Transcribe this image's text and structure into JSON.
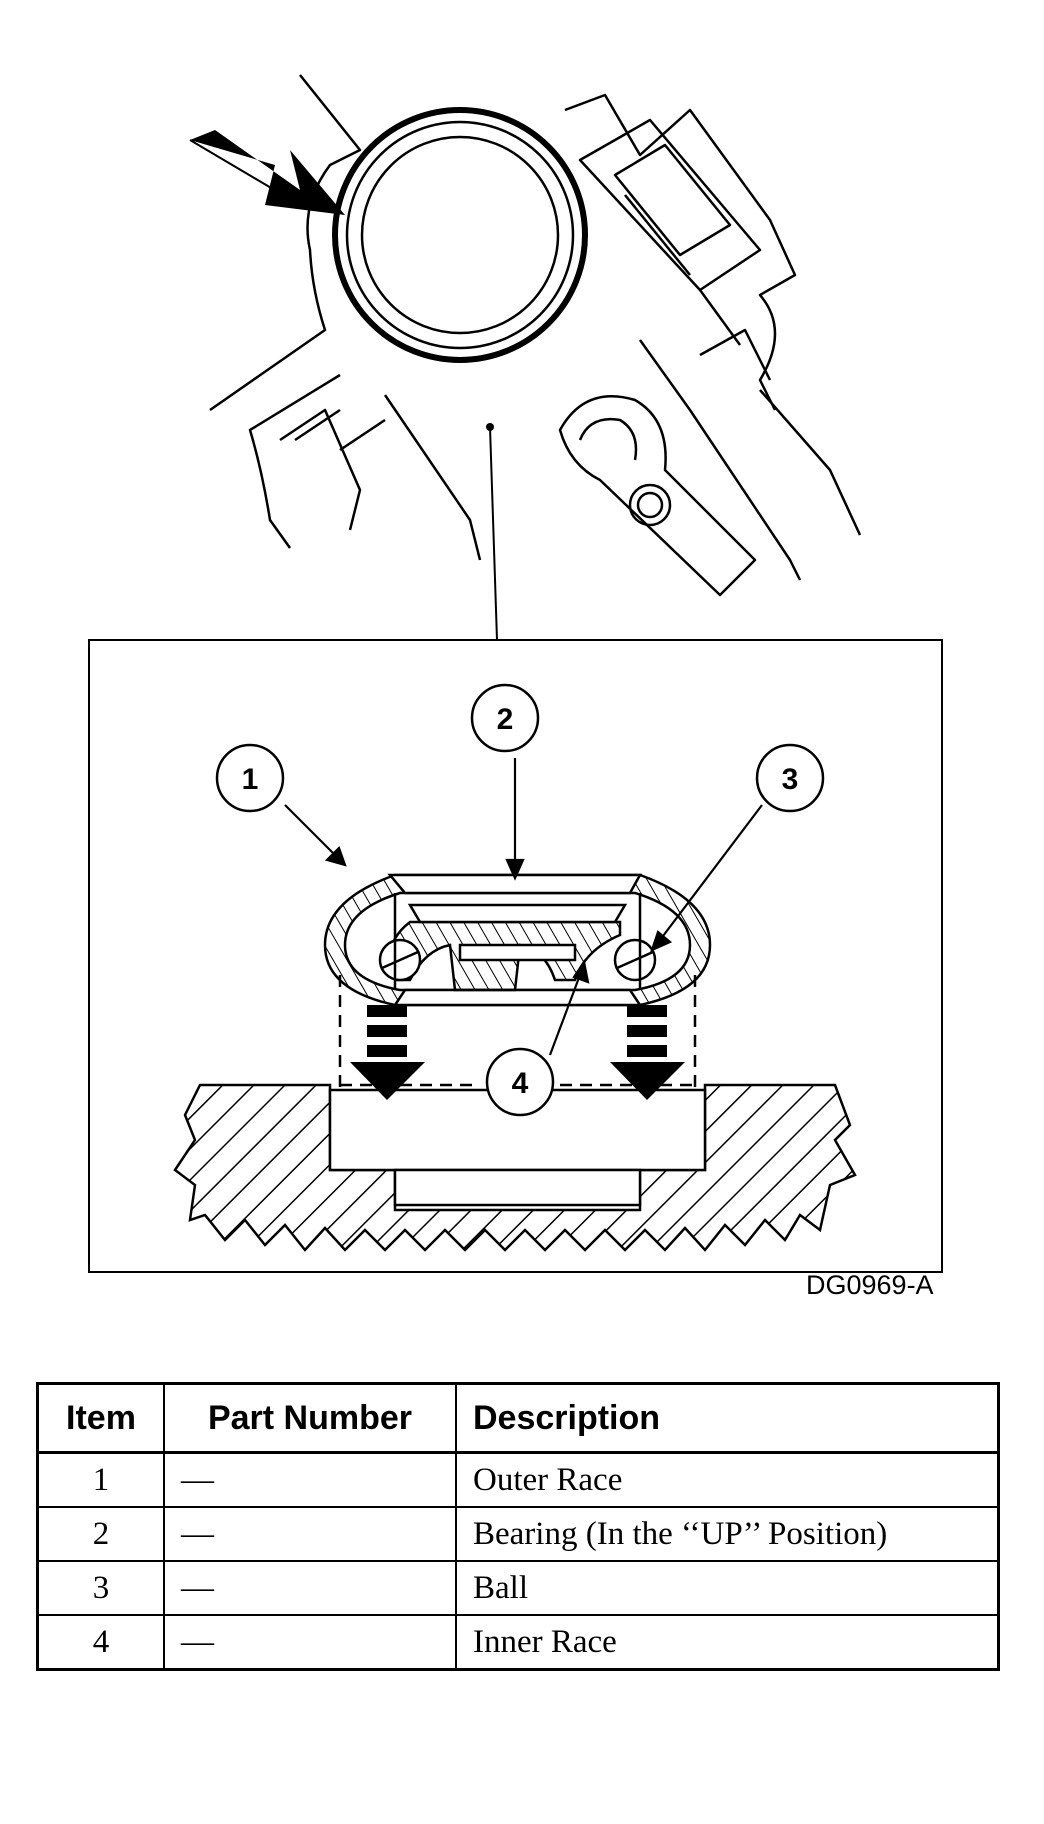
{
  "figure": {
    "callouts": [
      "1",
      "2",
      "3",
      "4"
    ],
    "figure_id": "DG0969-A"
  },
  "table": {
    "headers": [
      "Item",
      "Part Number",
      "Description"
    ],
    "rows": [
      {
        "item": "1",
        "part_number": "—",
        "description": "Outer Race"
      },
      {
        "item": "2",
        "part_number": "—",
        "description": "Bearing (In the ‘‘UP’’ Position)"
      },
      {
        "item": "3",
        "part_number": "—",
        "description": "Ball"
      },
      {
        "item": "4",
        "part_number": "—",
        "description": "Inner Race"
      }
    ]
  }
}
